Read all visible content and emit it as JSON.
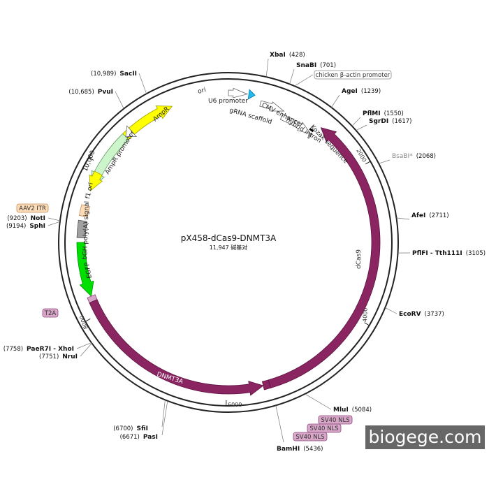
{
  "plasmid": {
    "name": "pX458-dCas9-DNMT3A",
    "size_text": "11,947 碱基对",
    "length": 11947
  },
  "ruler": [
    {
      "pos": 2000,
      "label": "2000"
    },
    {
      "pos": 4000,
      "label": "4000"
    },
    {
      "pos": 6000,
      "label": "6000"
    },
    {
      "pos": 8000,
      "label": "8000"
    },
    {
      "pos": 10000,
      "label": "10,000"
    }
  ],
  "features": [
    {
      "id": "ori",
      "label": "ori",
      "start": 10200,
      "end": 11200,
      "dir": 1,
      "color": "#ffff00",
      "stroke": "#a0a000"
    },
    {
      "id": "ampr",
      "label": "AmpR",
      "start": 9700,
      "end": 10480,
      "dir": -1,
      "color": "#ccf5cc",
      "stroke": "#6aa06a"
    },
    {
      "id": "ampr-promoter",
      "label": "AmpR promoter",
      "start": 10480,
      "end": 10585,
      "dir": -1,
      "color": "#ffffff",
      "stroke": "#666666"
    },
    {
      "id": "f1-ori",
      "label": "f1 ori",
      "start": 9640,
      "end": 9890,
      "dir": -1,
      "color": "#ffff00",
      "stroke": "#a0a000"
    },
    {
      "id": "aav2-itr",
      "label": "AAV2 ITR",
      "start": 9300,
      "end": 9440,
      "dir": 0,
      "color": "#ffdcb8",
      "stroke": "#c08a5a"
    },
    {
      "id": "bgh-polya",
      "label": "bGH poly(A) signal",
      "start": 9020,
      "end": 9240,
      "dir": 0,
      "color": "#a0a0a0",
      "stroke": "#555555"
    },
    {
      "id": "egfp",
      "label": "EGFP",
      "start": 8250,
      "end": 8960,
      "dir": -1,
      "color": "#00e000",
      "stroke": "#009000"
    },
    {
      "id": "t2a",
      "label": "T2A",
      "start": 8180,
      "end": 8250,
      "dir": 0,
      "color": "#d7a6c8",
      "stroke": "#8a4a7a"
    },
    {
      "id": "dnmt3a",
      "label": "DNMT3A",
      "start": 5520,
      "end": 8180,
      "dir": -1,
      "color": "#8b2561",
      "stroke": "#5a1240"
    },
    {
      "id": "sv40-nls",
      "label": "SV40 NLS",
      "start": 5436,
      "end": 5520,
      "dir": 0,
      "color": "#8b2561",
      "stroke": "#5a1240"
    },
    {
      "id": "dcas9",
      "label": "dCas9",
      "start": 1290,
      "end": 5436,
      "dir": -1,
      "color": "#8b2561",
      "stroke": "#5a1240"
    },
    {
      "id": "u6-promoter",
      "label": "U6 promoter",
      "start": 0,
      "end": 241,
      "dir": 1,
      "color": "#ffffff",
      "stroke": "#666666"
    },
    {
      "id": "grna-scaffold",
      "label": "gRNA scaffold",
      "start": 260,
      "end": 340,
      "dir": 1,
      "color": "#22bbee",
      "stroke": "#0077aa"
    },
    {
      "id": "cmv-enhancer",
      "label": "CMV enhancer",
      "start": 430,
      "end": 760,
      "dir": 1,
      "color": "#ffffff",
      "stroke": "#666666"
    },
    {
      "id": "hybrid-intron",
      "label": "hybrid intron",
      "start": 760,
      "end": 1230,
      "dir": 1,
      "color": "#ffffff",
      "stroke": "#666666"
    },
    {
      "id": "kozak",
      "label": "Kozak sequence",
      "start": 1232,
      "end": 1250,
      "dir": 0,
      "color": "#cccccc",
      "stroke": "#555555"
    }
  ],
  "sites": [
    {
      "name": "XbaI",
      "pos_text": "(428)",
      "gray": false
    },
    {
      "name": "SnaBI",
      "pos_text": "(701)",
      "gray": false
    },
    {
      "name": "chicken β-actin promoter",
      "pos_text": "",
      "boxed": true
    },
    {
      "name": "AgeI",
      "pos_text": "(1239)",
      "gray": false
    },
    {
      "name": "PflMI",
      "pos_text": "(1550)",
      "gray": false
    },
    {
      "name": "SgrDI",
      "pos_text": "(1617)",
      "gray": false
    },
    {
      "name": "BsaBI*",
      "pos_text": "(2068)",
      "gray": true
    },
    {
      "name": "AfeI",
      "pos_text": "(2711)",
      "gray": false
    },
    {
      "name": "PflFI - Tth111I",
      "pos_text": "(3105)",
      "gray": false
    },
    {
      "name": "EcoRV",
      "pos_text": "(3737)",
      "gray": false
    },
    {
      "name": "MluI",
      "pos_text": "(5084)",
      "gray": false
    },
    {
      "name": "BamHI",
      "pos_text": "(5436)",
      "gray": false
    },
    {
      "name": "SfiI",
      "pos_text": "(6700)",
      "gray": false
    },
    {
      "name": "PasI",
      "pos_text": "(6671)",
      "gray": false
    },
    {
      "name": "PaeR7I - XhoI",
      "pos_text": "(7758)",
      "gray": false
    },
    {
      "name": "NruI",
      "pos_text": "(7751)",
      "gray": false
    },
    {
      "name": "NotI",
      "pos_text": "(9203)",
      "gray": false
    },
    {
      "name": "SphI",
      "pos_text": "(9194)",
      "gray": false
    },
    {
      "name": "PvuI",
      "pos_text": "(10,685)",
      "gray": false
    },
    {
      "name": "SacII",
      "pos_text": "(10,989)",
      "gray": false
    }
  ],
  "boxed_labels": [
    {
      "text": "AAV2 ITR",
      "fill": "#ffdcb8",
      "stroke": "#c08a5a"
    },
    {
      "text": "T2A",
      "fill": "#d7a6c8",
      "stroke": "#8a4a7a"
    },
    {
      "text": "SV40 NLS",
      "fill": "#d7a6c8",
      "stroke": "#8a4a7a"
    },
    {
      "text": "SV40 NLS",
      "fill": "#d7a6c8",
      "stroke": "#8a4a7a"
    },
    {
      "text": "SV40 NLS",
      "fill": "#d7a6c8",
      "stroke": "#8a4a7a"
    }
  ],
  "watermark": "biogege.com"
}
